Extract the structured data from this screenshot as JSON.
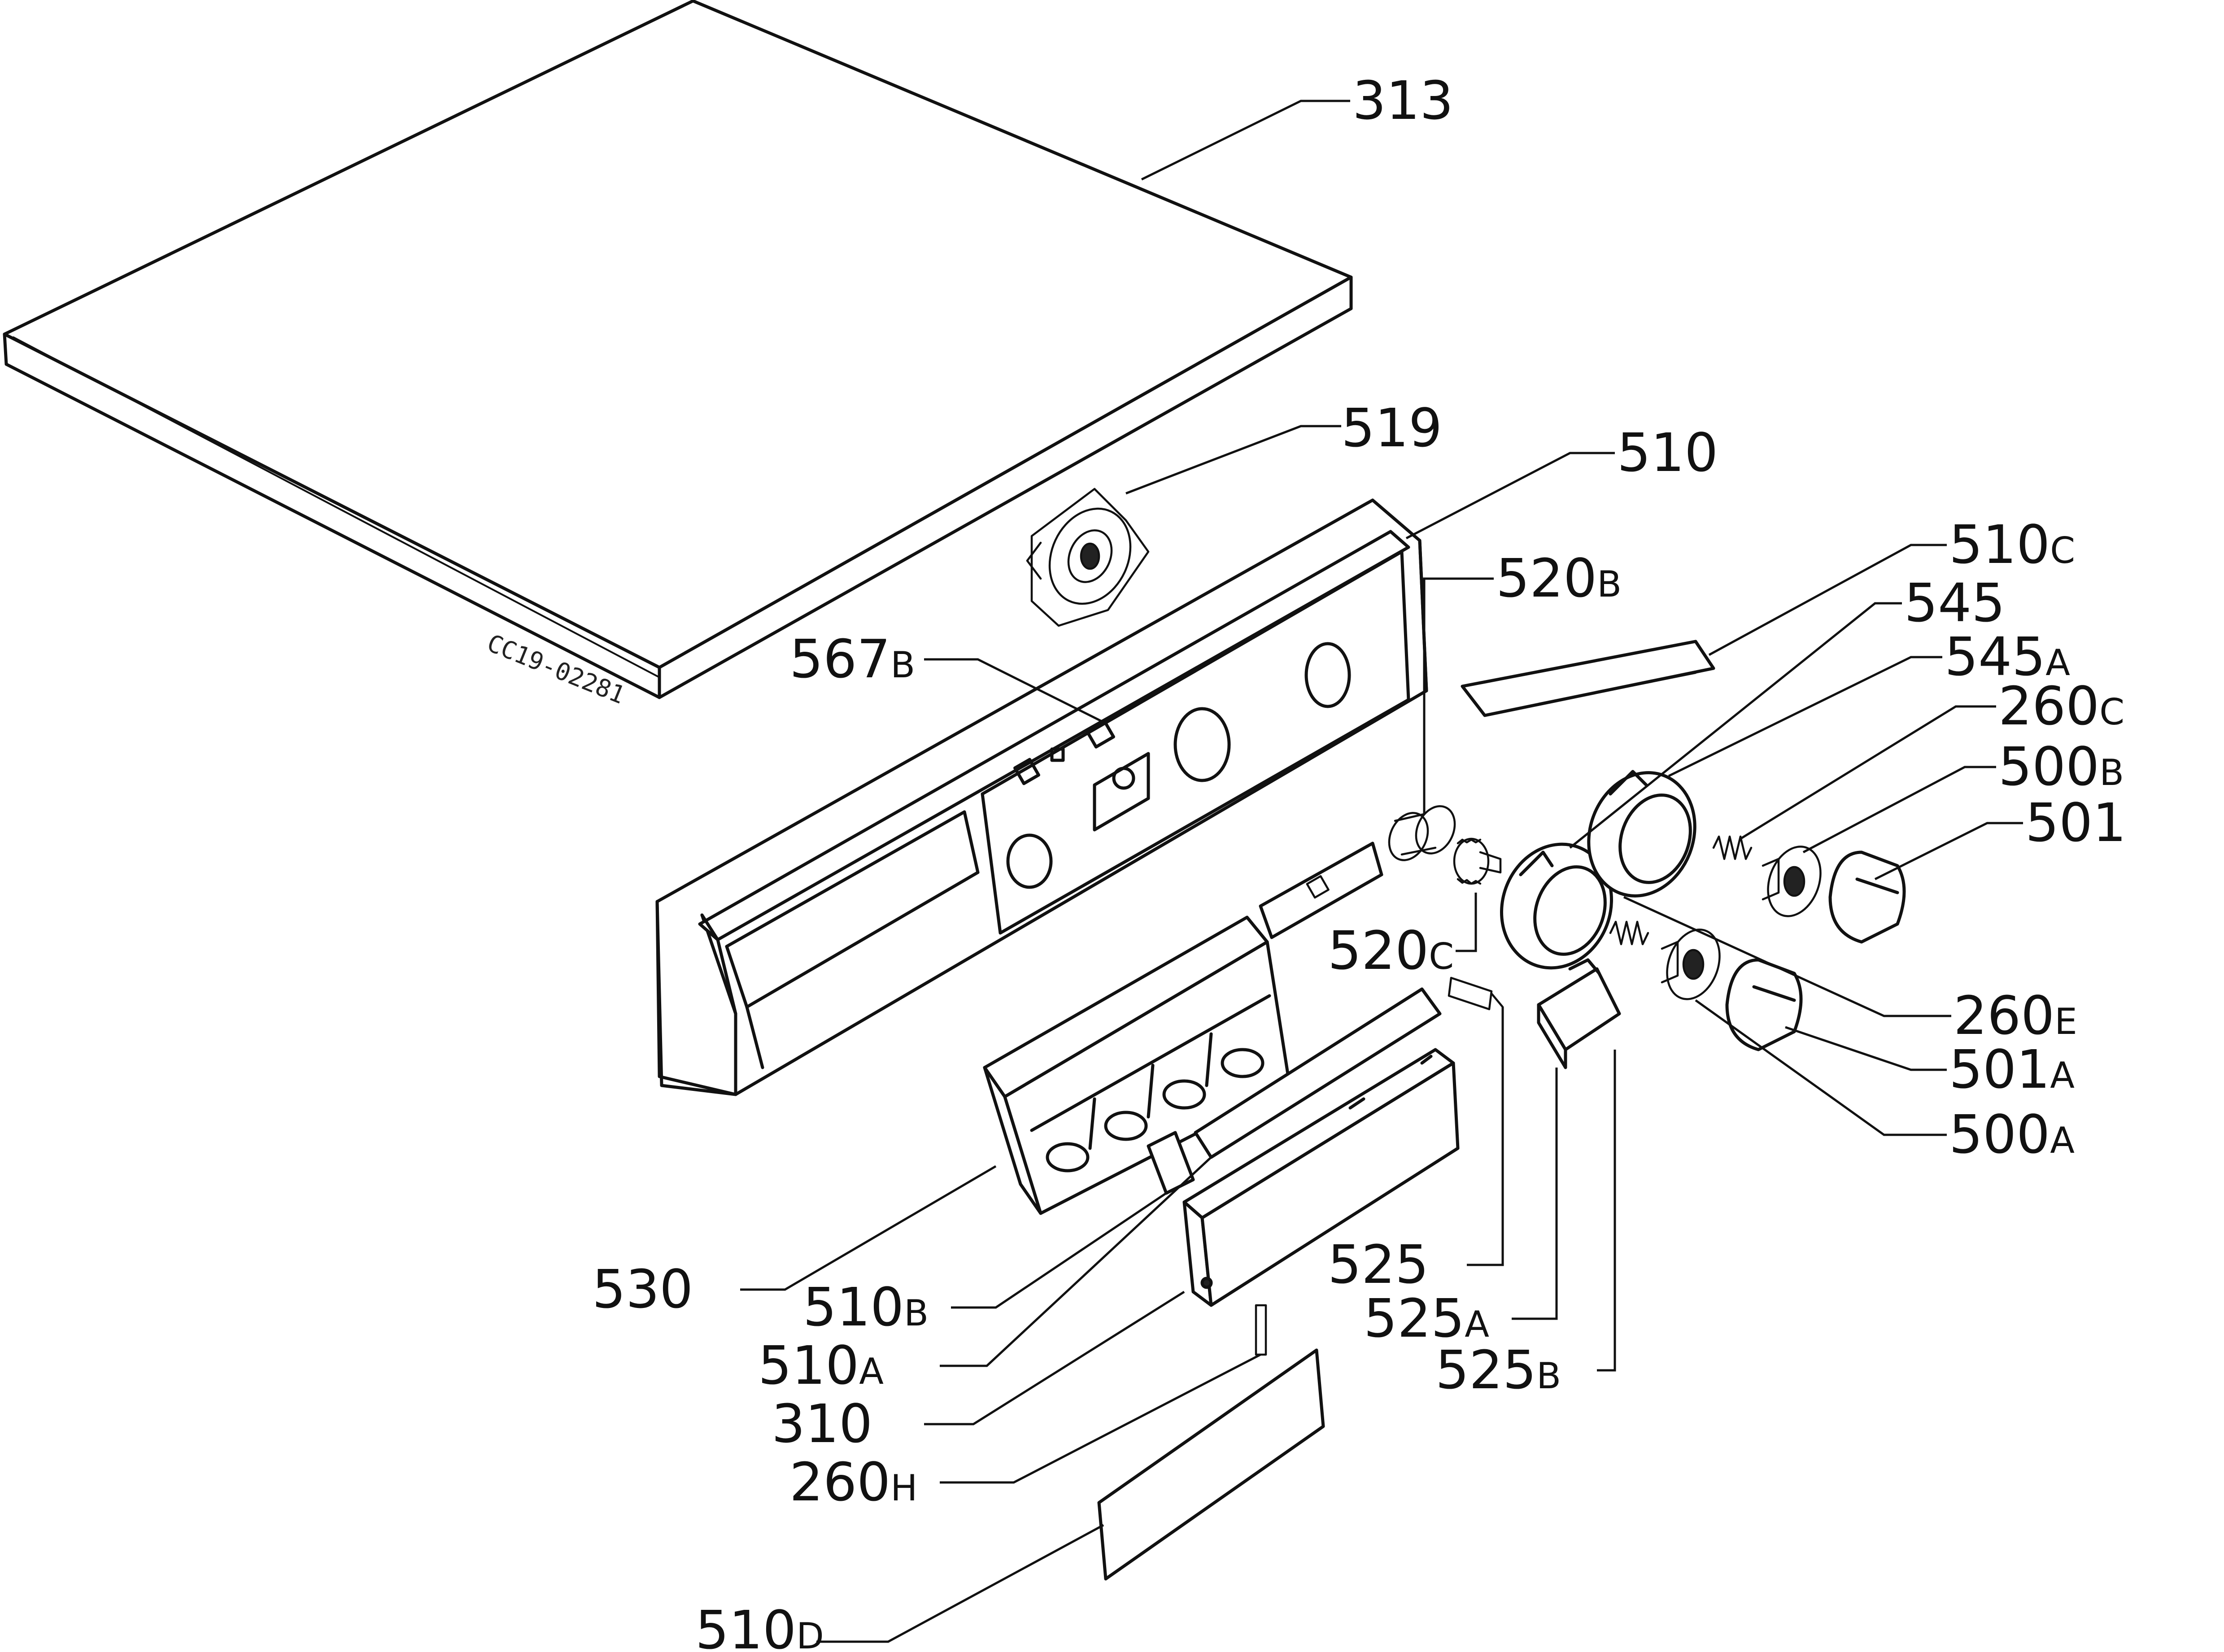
{
  "drawing_code": "CC19-02281",
  "labels": {
    "l313": {
      "num": "313",
      "suf": ""
    },
    "l519": {
      "num": "519",
      "suf": ""
    },
    "l510": {
      "num": "510",
      "suf": ""
    },
    "l520B": {
      "num": "520",
      "suf": "B"
    },
    "l567B": {
      "num": "567",
      "suf": "B"
    },
    "l510C": {
      "num": "510",
      "suf": "C"
    },
    "l545": {
      "num": "545",
      "suf": ""
    },
    "l545A": {
      "num": "545",
      "suf": "A"
    },
    "l260C": {
      "num": "260",
      "suf": "C"
    },
    "l500B": {
      "num": "500",
      "suf": "B"
    },
    "l501": {
      "num": "501",
      "suf": ""
    },
    "l520C": {
      "num": "520",
      "suf": "C"
    },
    "l260E": {
      "num": "260",
      "suf": "E"
    },
    "l501A": {
      "num": "501",
      "suf": "A"
    },
    "l500A": {
      "num": "500",
      "suf": "A"
    },
    "l530": {
      "num": "530",
      "suf": ""
    },
    "l525": {
      "num": "525",
      "suf": ""
    },
    "l510B": {
      "num": "510",
      "suf": "B"
    },
    "l525A": {
      "num": "525",
      "suf": "A"
    },
    "l510A": {
      "num": "510",
      "suf": "A"
    },
    "l525B": {
      "num": "525",
      "suf": "B"
    },
    "l310": {
      "num": "310",
      "suf": ""
    },
    "l260H": {
      "num": "260",
      "suf": "H"
    },
    "l510D": {
      "num": "510",
      "suf": "D"
    }
  }
}
